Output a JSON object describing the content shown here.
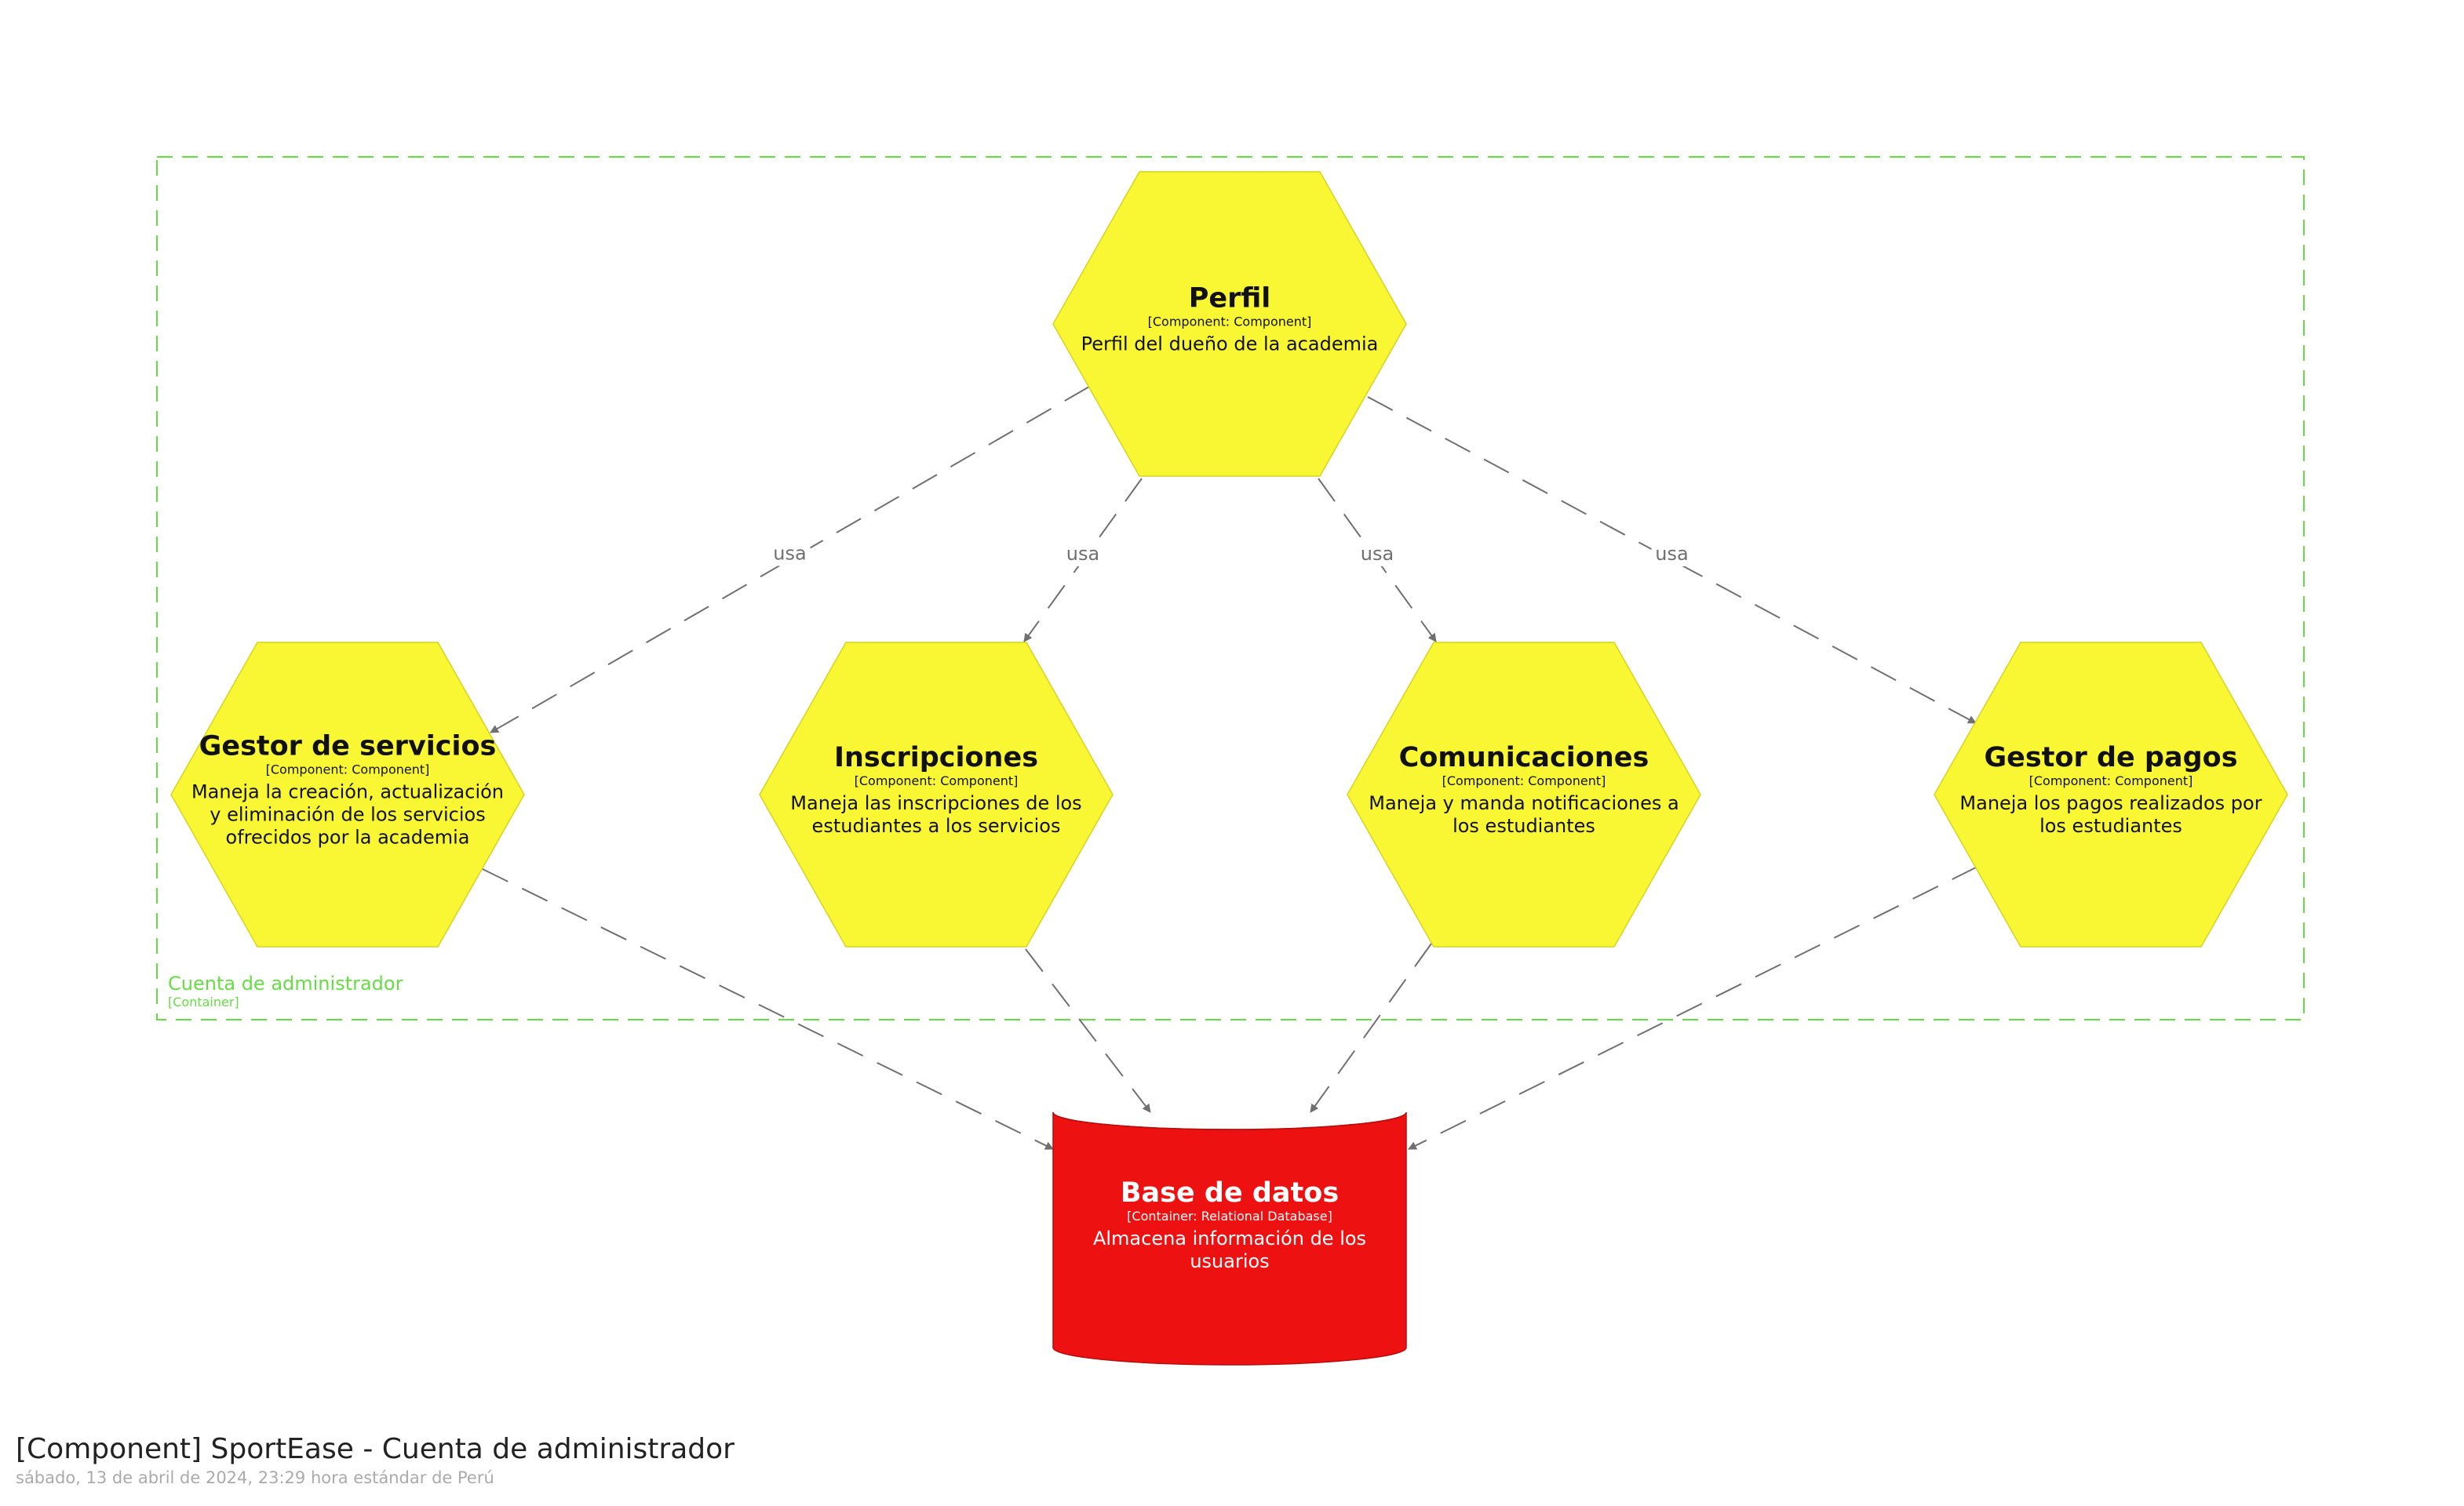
{
  "colors": {
    "component_fill": "#f9f734",
    "component_stroke": "#d6d41f",
    "database_fill": "#ed1111",
    "database_stroke": "#b80d0d",
    "boundary": "#66dd44",
    "relationship": "#707070",
    "text_dark": "#111111",
    "text_light": "#ffffff"
  },
  "boundary": {
    "name": "Cuenta de administrador",
    "type": "[Container]"
  },
  "components": {
    "perfil": {
      "shape": "hexagon",
      "name": "Perfil",
      "type": "[Component: Component]",
      "description": [
        "Perfil del dueño de la academia"
      ]
    },
    "gestor_servicios": {
      "shape": "hexagon",
      "name": "Gestor de servicios",
      "type": "[Component: Component]",
      "description": [
        "Maneja la creación, actualización",
        "y eliminación de los servicios",
        "ofrecidos por la academia"
      ]
    },
    "inscripciones": {
      "shape": "hexagon",
      "name": "Inscripciones",
      "type": "[Component: Component]",
      "description": [
        "Maneja las inscripciones de los",
        "estudiantes a los servicios"
      ]
    },
    "comunicaciones": {
      "shape": "hexagon",
      "name": "Comunicaciones",
      "type": "[Component: Component]",
      "description": [
        "Maneja y manda notificaciones a",
        "los estudiantes"
      ]
    },
    "gestor_pagos": {
      "shape": "hexagon",
      "name": "Gestor de pagos",
      "type": "[Component: Component]",
      "description": [
        "Maneja los pagos realizados por",
        "los estudiantes"
      ]
    },
    "base_datos": {
      "shape": "cylinder",
      "name": "Base de datos",
      "type": "[Container: Relational Database]",
      "description": [
        "Almacena información de los",
        "usuarios"
      ]
    }
  },
  "relationships": [
    {
      "from": "perfil",
      "to": "gestor_servicios",
      "label": "usa"
    },
    {
      "from": "perfil",
      "to": "inscripciones",
      "label": "usa"
    },
    {
      "from": "perfil",
      "to": "comunicaciones",
      "label": "usa"
    },
    {
      "from": "perfil",
      "to": "gestor_pagos",
      "label": "usa"
    },
    {
      "from": "gestor_servicios",
      "to": "base_datos",
      "label": ""
    },
    {
      "from": "inscripciones",
      "to": "base_datos",
      "label": ""
    },
    {
      "from": "comunicaciones",
      "to": "base_datos",
      "label": ""
    },
    {
      "from": "gestor_pagos",
      "to": "base_datos",
      "label": ""
    }
  ],
  "footer": {
    "title": "[Component] SportEase - Cuenta de administrador",
    "subtitle": "sábado, 13 de abril de 2024, 23:29 hora estándar de Perú"
  }
}
